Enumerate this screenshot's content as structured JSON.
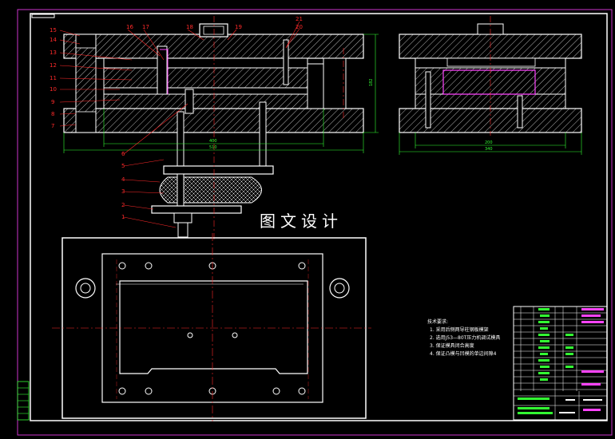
{
  "watermark": "图文设计",
  "part_labels": [
    "1",
    "2",
    "3",
    "4",
    "5",
    "6",
    "7",
    "8",
    "9",
    "10",
    "11",
    "12",
    "13",
    "14",
    "15",
    "16",
    "17",
    "18",
    "19",
    "20",
    "21"
  ],
  "tech_notes": {
    "title": "技术要求:",
    "lines": [
      "1. 采用后侧两导柱钢板模架",
      "2. 选用J53—80T压力机调试模具",
      "3. 保证模具闭合高度",
      "4. 保证凸模与凹模的单边间隙4"
    ]
  },
  "dimensions": {
    "height_left": "182",
    "width_inner_left": "400",
    "width_outer_left": "510",
    "width_inner_right": "200",
    "width_outer_right": "340"
  },
  "colors": {
    "background": "#000000",
    "outline": "#ffffff",
    "frame": "#cc33cc",
    "dimension": "#33ff33",
    "leader": "#ff2a2a",
    "centerline": "#ff2a2a"
  }
}
